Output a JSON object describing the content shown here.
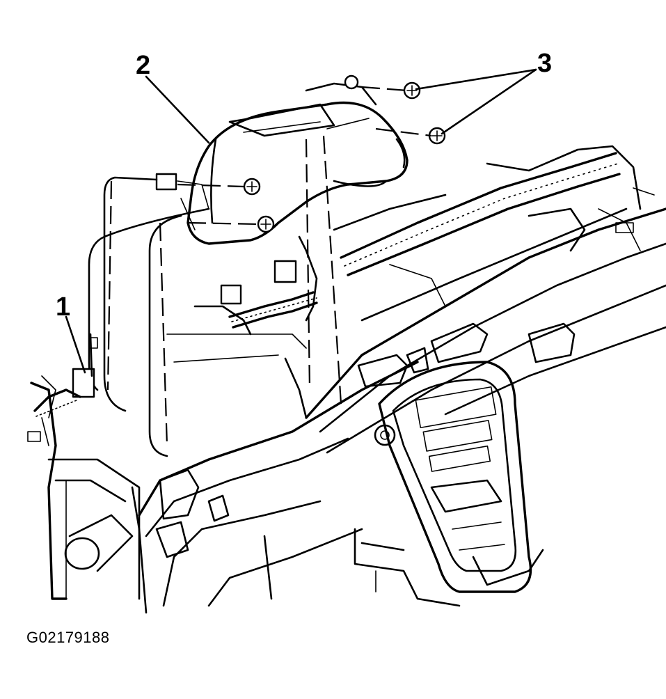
{
  "callouts": {
    "one": "1",
    "two": "2",
    "three": "3"
  },
  "figure_id": "G02179188"
}
